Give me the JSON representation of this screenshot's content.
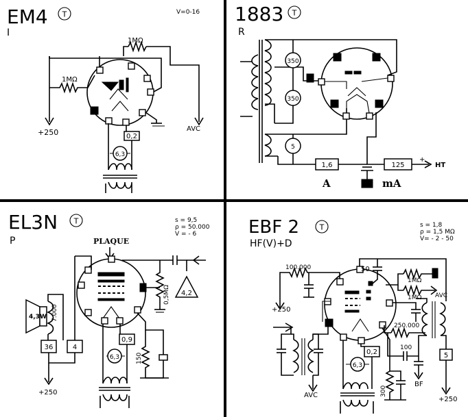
{
  "panels": [
    {
      "tube": "EM4",
      "sub": "I",
      "badge": "T",
      "spec": "V=0-16",
      "labels": {
        "r1": "1MΩ",
        "r2": "1MΩ",
        "plus": "+250",
        "avc": "AVC",
        "v02": "0,2",
        "v63": "6,3"
      }
    },
    {
      "tube": "1883",
      "sub": "R",
      "badge": "T",
      "labels": {
        "c350a": "350",
        "c350b": "350",
        "c5": "5",
        "m16": "1,6",
        "m125": "125",
        "plus": "+",
        "ht": "HT",
        "a": "A",
        "ma": "mA"
      }
    },
    {
      "tube": "EL3N",
      "sub": "P",
      "badge": "T",
      "spec": [
        "s = 9,5",
        "ρ = 50.000",
        "V = - 6"
      ],
      "labels": {
        "plaque": "PLAQUE",
        "r05": "0,5MΩ",
        "tri": "4,2",
        "spk": "4,3W",
        "r7000": "7.000",
        "b36": "36",
        "b4": "4",
        "plus": "+250",
        "v09": "0,9",
        "v63": "6,3",
        "r150": "150"
      }
    },
    {
      "tube": "EBF 2",
      "sub": "HF(V)+D",
      "badge": "T",
      "spec": [
        "s = 1,8",
        "ρ = 1,5 MΩ",
        "V= - 2 - 50"
      ],
      "labels": {
        "r100k": "100.000",
        "c50": "50",
        "r1a": "1MΩ",
        "r1b": "1MΩ",
        "avc_r": "AVC",
        "plus_l": "+250",
        "r250k": "250.000",
        "c100": "100",
        "b5": "5",
        "avc_b": "AVC",
        "v02": "0,2",
        "v63": "6,3",
        "r300": "300",
        "bf": "BF",
        "plus_r": "+250"
      }
    }
  ]
}
